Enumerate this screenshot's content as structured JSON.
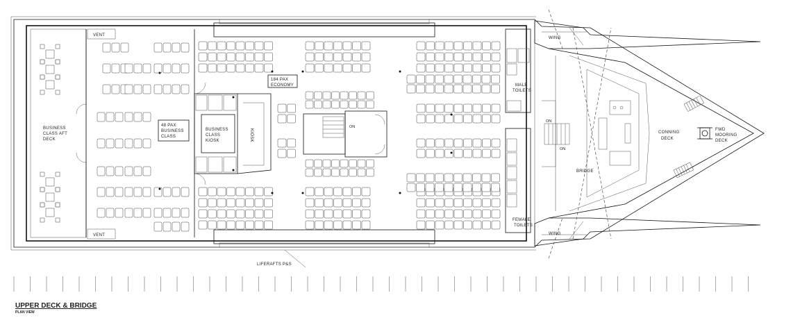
{
  "drawing": {
    "title": "UPPER DECK & BRIDGE",
    "subtitle": "PLAN VIEW"
  },
  "labels": {
    "vent_top": "VENT",
    "vent_bottom": "VENT",
    "business_aft_deck": [
      "BUSINESS",
      "CLASS  AFT",
      "DECK"
    ],
    "business_class": [
      "48  PAX",
      "BUSINESS",
      "CLASS"
    ],
    "business_kiosk": [
      "BUSINESS",
      "CLASS",
      "KIOSK"
    ],
    "kiosk": "KIOSK",
    "economy": [
      "184  PAX",
      "ECONOMY"
    ],
    "stair_on": "ON",
    "male_toilets": [
      "MALE",
      "TOILETS"
    ],
    "female_toilets": [
      "FEMALE",
      "TOILETS"
    ],
    "bridge_on_top": "ON",
    "bridge_on_bottom": "ON",
    "bridge": "BRIDGE",
    "wing_top": "WING",
    "wing_bottom": "WING",
    "conning_deck": [
      "CONNING",
      "DECK"
    ],
    "fwd_mooring_deck": [
      "FWD",
      "MOORING",
      "DECK"
    ],
    "liferafts": "LIFERAFTS  P&S"
  }
}
